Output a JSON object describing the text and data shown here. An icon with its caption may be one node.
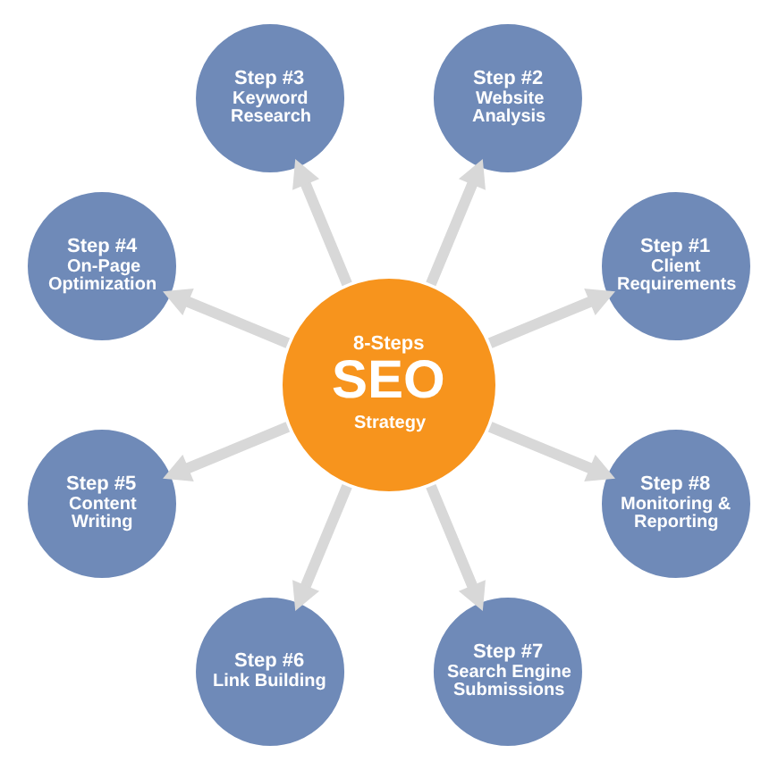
{
  "diagram": {
    "nodes": [
      {
        "text": [
          "8-Steps",
          "SEO",
          "Strategy"
        ]
      },
      {
        "text": [
          "Step #1",
          "Client Requirements"
        ]
      },
      {
        "text": [
          "Step #2",
          "Website Analysis"
        ]
      },
      {
        "text": [
          "Step #3",
          "Keyword Research"
        ]
      },
      {
        "text": [
          "Step #4",
          "On-Page Optimization"
        ]
      },
      {
        "text": [
          "Step #5",
          "Content Writing"
        ]
      },
      {
        "text": [
          "Step #6",
          "Link Building"
        ]
      },
      {
        "text": [
          "Step #7",
          "Search Engine Submissions"
        ]
      },
      {
        "text": [
          "Step #8",
          "Monitoring & Reporting"
        ]
      }
    ],
    "edges": [
      {
        "from": 0,
        "to": 1,
        "arrow": "to"
      },
      {
        "from": 0,
        "to": 2,
        "arrow": "to"
      },
      {
        "from": 0,
        "to": 3,
        "arrow": "to"
      },
      {
        "from": 0,
        "to": 4,
        "arrow": "to"
      },
      {
        "from": 0,
        "to": 5,
        "arrow": "to"
      },
      {
        "from": 0,
        "to": 6,
        "arrow": "to"
      },
      {
        "from": 0,
        "to": 7,
        "arrow": "to"
      },
      {
        "from": 0,
        "to": 8,
        "arrow": "to"
      }
    ]
  }
}
